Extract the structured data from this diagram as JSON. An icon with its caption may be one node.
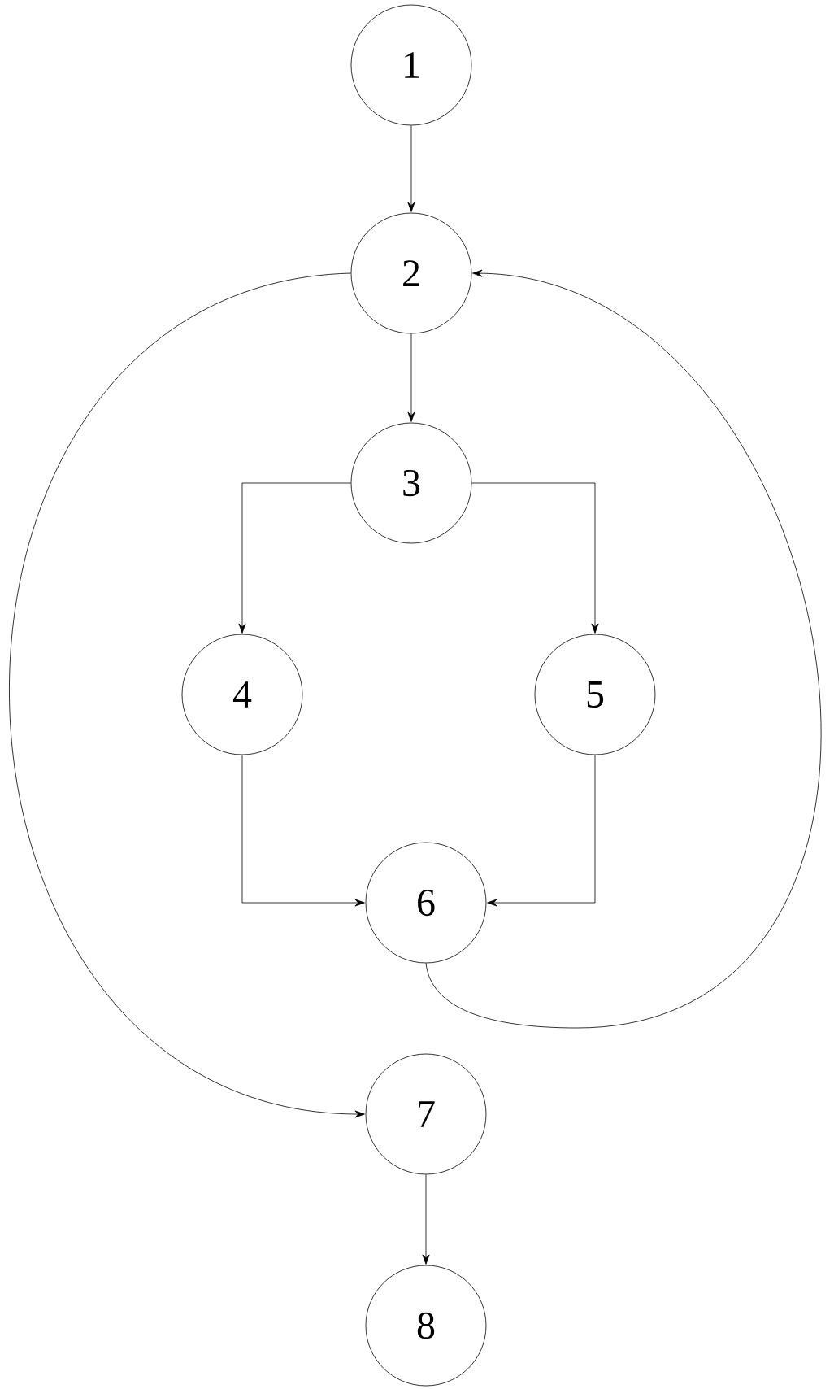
{
  "diagram": {
    "nodes": [
      {
        "text": [
          "1"
        ]
      },
      {
        "text": [
          "2"
        ]
      },
      {
        "text": [
          "3"
        ]
      },
      {
        "text": [
          "4"
        ]
      },
      {
        "text": [
          "5"
        ]
      },
      {
        "text": [
          "6"
        ]
      },
      {
        "text": [
          "7"
        ]
      },
      {
        "text": [
          "8"
        ]
      }
    ],
    "edges": [
      {
        "from": 0,
        "to": 1,
        "arrow": "to"
      },
      {
        "from": 1,
        "to": 2,
        "arrow": "to"
      },
      {
        "from": 2,
        "to": 3,
        "arrow": "to"
      },
      {
        "from": 2,
        "to": 4,
        "arrow": "to"
      },
      {
        "from": 3,
        "to": 5,
        "arrow": "to"
      },
      {
        "from": 4,
        "to": 5,
        "arrow": "to"
      },
      {
        "from": 5,
        "to": 1,
        "arrow": "to"
      },
      {
        "from": 1,
        "to": 6,
        "arrow": "to"
      },
      {
        "from": 6,
        "to": 7,
        "arrow": "to"
      }
    ]
  }
}
